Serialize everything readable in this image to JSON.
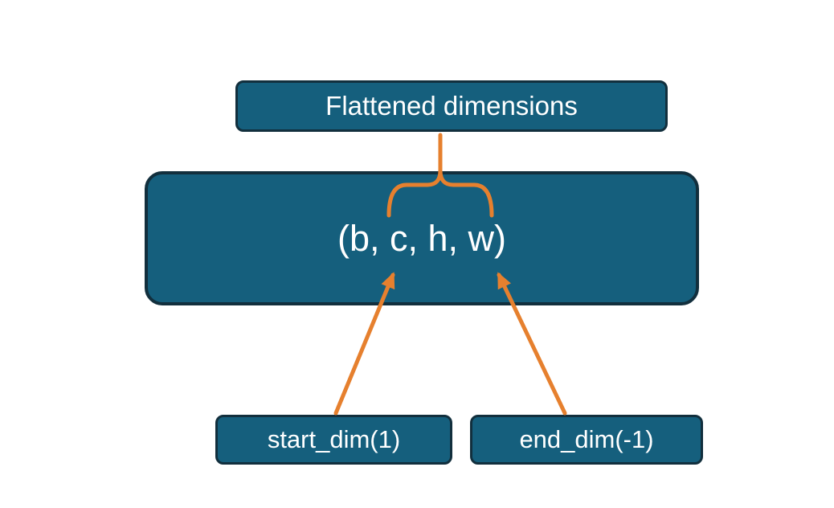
{
  "diagram": {
    "title_box": {
      "label": "Flattened dimensions"
    },
    "tensor_box": {
      "label": "(b, c, h, w)"
    },
    "start_dim_box": {
      "label": "start_dim(1)"
    },
    "end_dim_box": {
      "label": "end_dim(-1)"
    }
  },
  "colors": {
    "box_fill": "#155F7D",
    "box_border": "#122F3D",
    "text": "#FFFFFF",
    "accent": "#E6802E",
    "background": "#FFFFFF"
  }
}
